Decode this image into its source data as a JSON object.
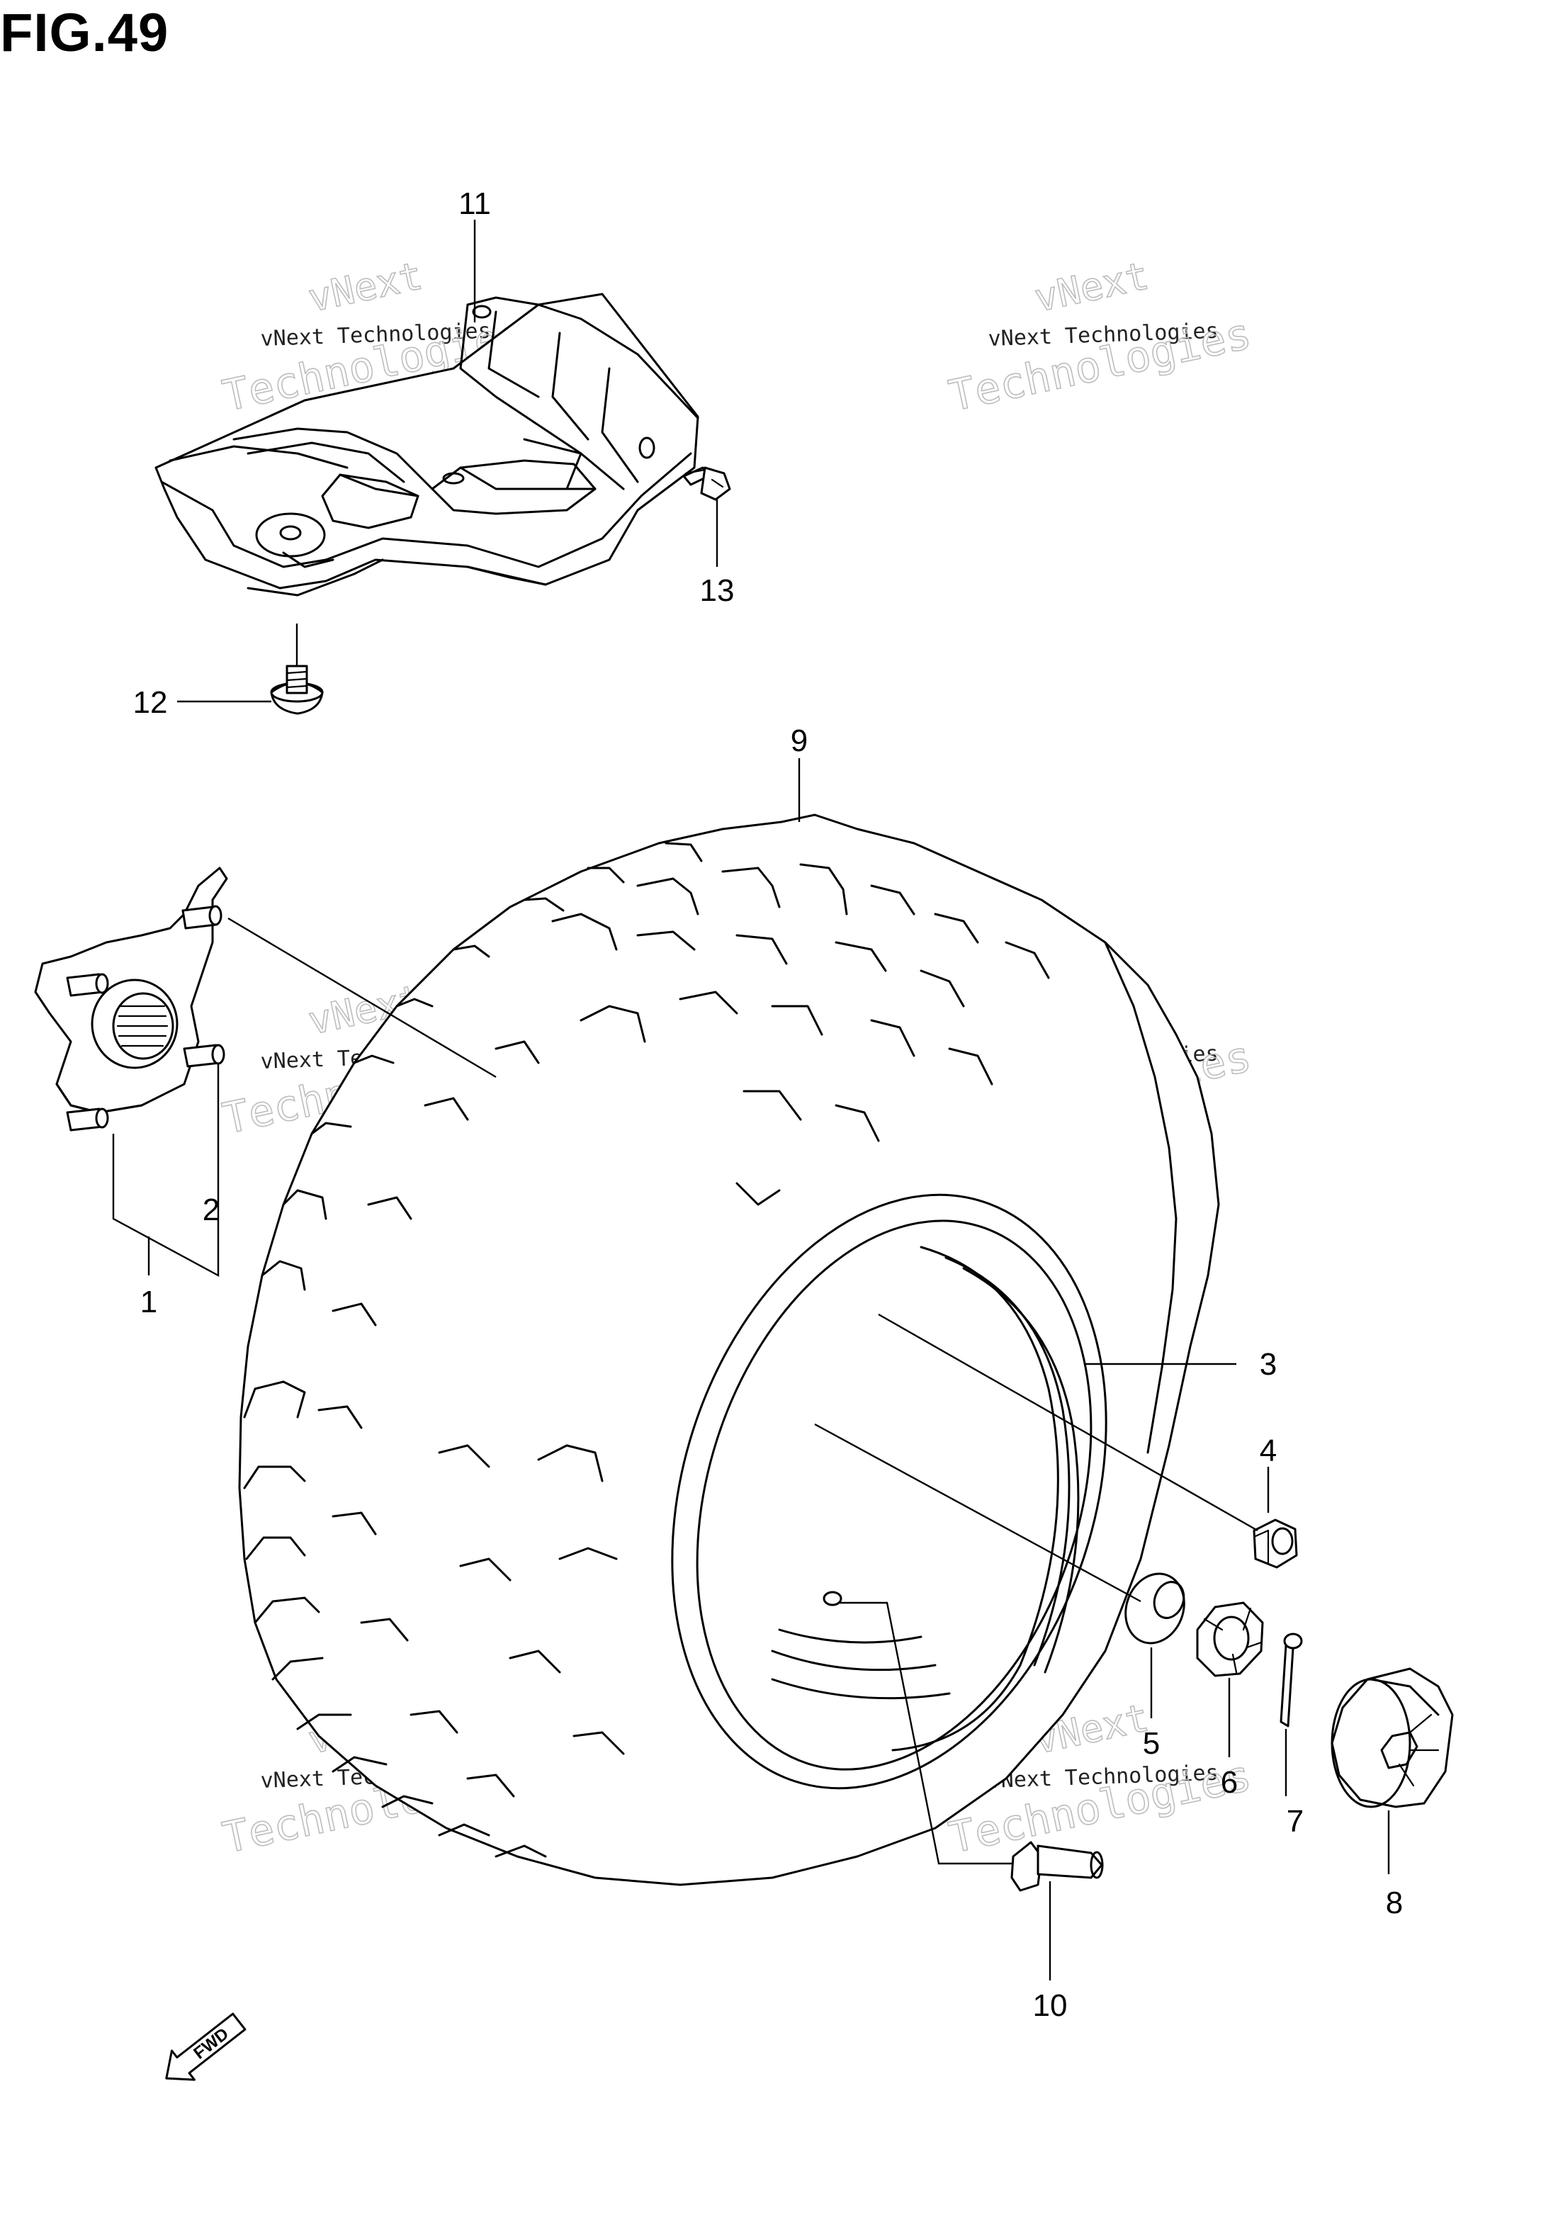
{
  "figure": {
    "title": "FIG.49"
  },
  "callouts": {
    "p1": "1",
    "p2": "2",
    "p3": "3",
    "p4": "4",
    "p5": "5",
    "p6": "6",
    "p7": "7",
    "p8": "8",
    "p9": "9",
    "p10": "10",
    "p11": "11",
    "p12": "12",
    "p13": "13"
  },
  "watermark": {
    "brand": "vNext",
    "line1": "vNext Technologies",
    "line2": "Technologies"
  },
  "direction_marker": {
    "label": "FWD"
  }
}
